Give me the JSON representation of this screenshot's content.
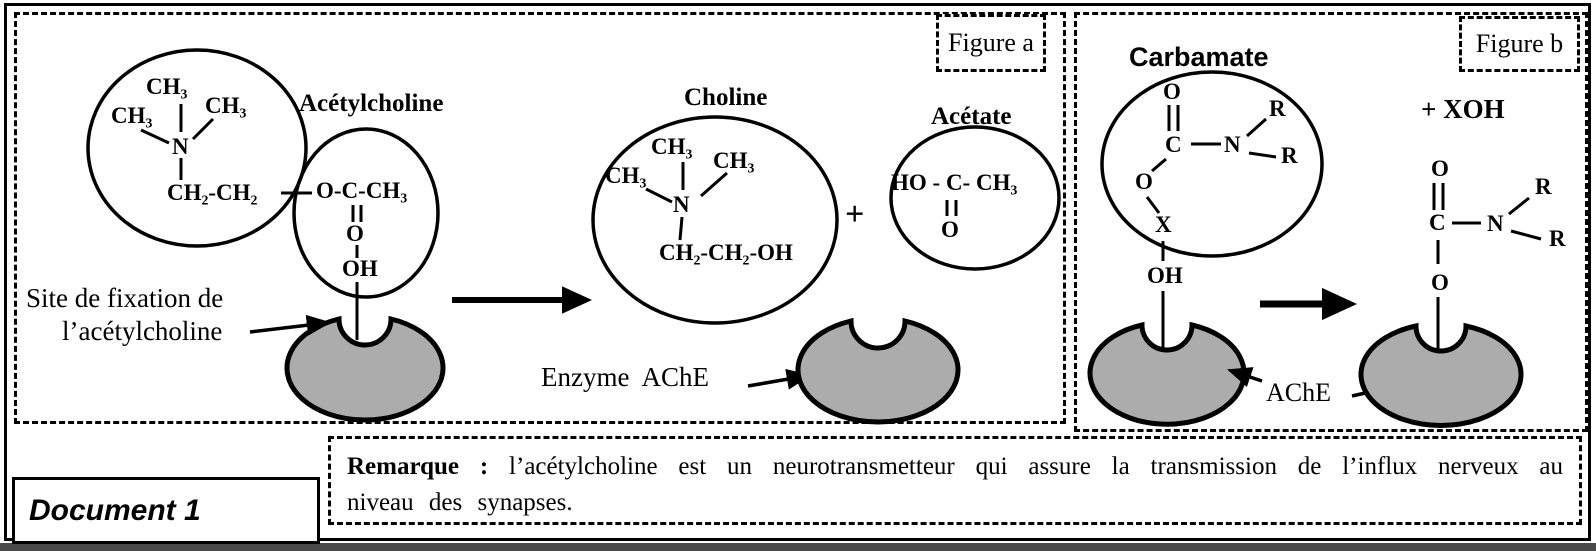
{
  "colors": {
    "ink": "#000000",
    "paper": "#ffffff",
    "enzyme_fill": "#acacac",
    "scan_strip": "#4a4a4a"
  },
  "document_tag": "Document 1",
  "figure_a": {
    "tag": "Figure a",
    "acetylcholine_label": "Acétylcholine",
    "amine_group": {
      "ch3_top": "CH₃",
      "ch3_left": "CH₃",
      "ch3_right": "CH₃",
      "nitrogen": "N",
      "chain": "CH₂-CH₂"
    },
    "ester_group": {
      "formula": "O-C-CH₃",
      "oxygen": "O",
      "hydroxyl": "OH"
    },
    "binding_site_label": {
      "line1": "Site de fixation de",
      "line2": "l’acétylcholine"
    },
    "choline": {
      "label": "Choline",
      "ch3_top": "CH₃",
      "ch3_left": "CH₃",
      "ch3_right": "CH₃",
      "nitrogen": "N",
      "chain": "CH₂-CH₂-OH"
    },
    "plus_sign": "+",
    "acetate": {
      "label": "Acétate",
      "formula": "HO - C- CH₃",
      "oxygen": "O"
    },
    "enzyme_label": "Enzyme  AChE"
  },
  "figure_b": {
    "tag": "Figure b",
    "carbamate": {
      "label": "Carbamate",
      "o_top": "O",
      "c": "C",
      "n": "N",
      "r_top": "R",
      "r_right": "R",
      "o_mid": "O",
      "x": "X",
      "oh": "OH"
    },
    "byproduct": "+ XOH",
    "product": {
      "o_top": "O",
      "c": "C",
      "n": "N",
      "r_top": "R",
      "r_right": "R",
      "o_mid": "O"
    },
    "enzyme_label": "AChE"
  },
  "remark": {
    "heading": "Remarque :",
    "body": " l’acétylcholine est un neurotransmetteur qui assure la transmission de l’influx nerveux au niveau des synapses."
  }
}
